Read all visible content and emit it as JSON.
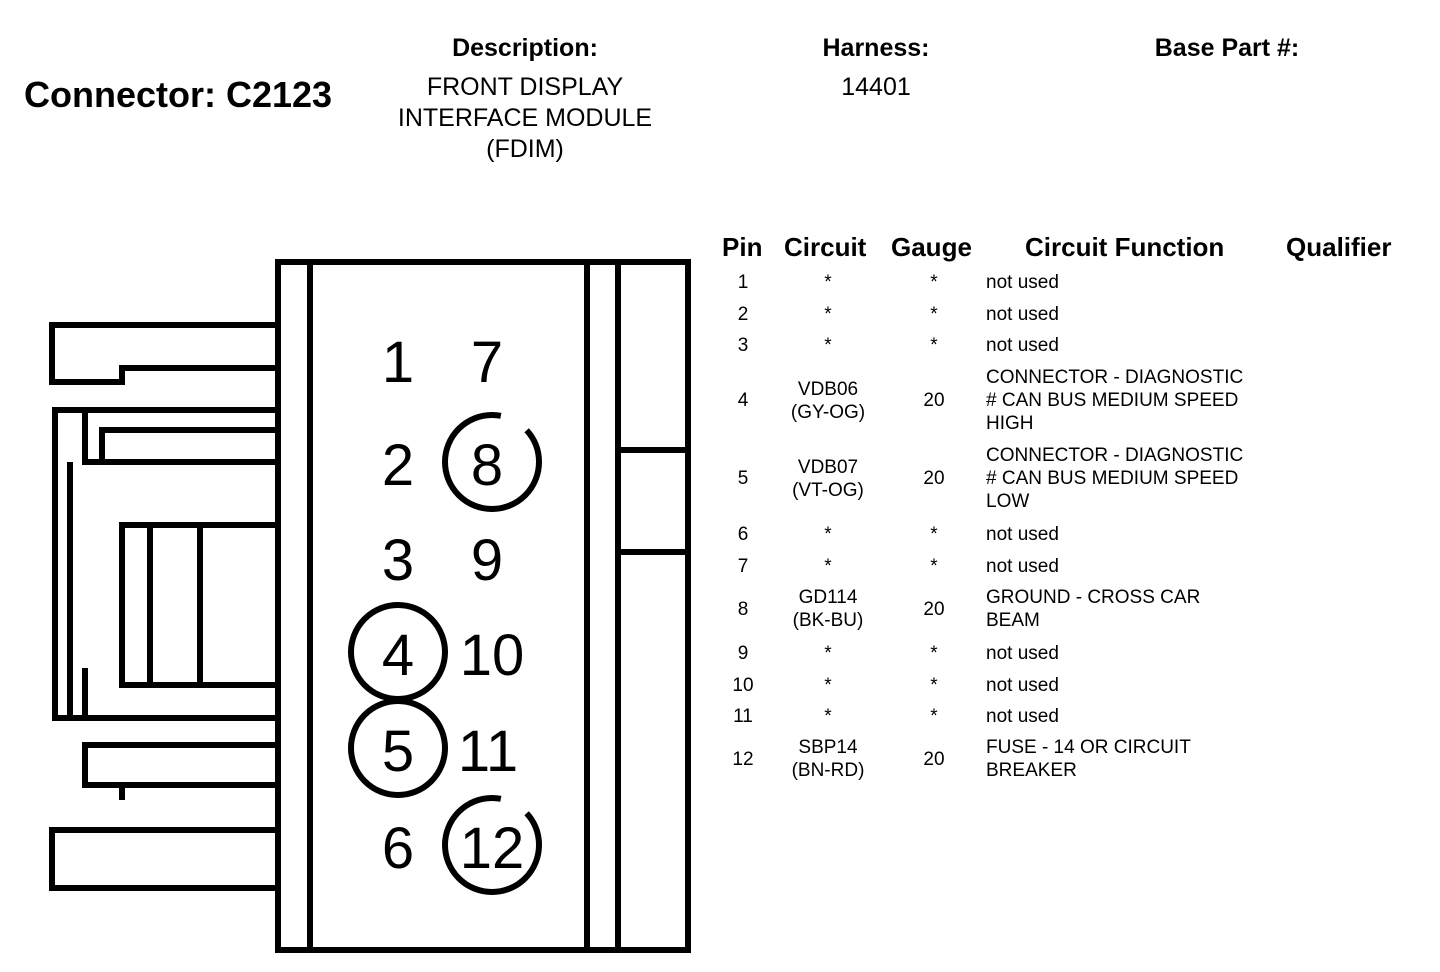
{
  "header": {
    "connector_label": "Connector: C2123",
    "description_label": "Description:",
    "description_value": "FRONT DISPLAY\nINTERFACE MODULE\n(FDIM)",
    "harness_label": "Harness:",
    "harness_value": "14401",
    "base_part_label": "Base Part #:",
    "base_part_value": ""
  },
  "table": {
    "columns": [
      "Pin",
      "Circuit",
      "Gauge",
      "Circuit Function",
      "Qualifier"
    ],
    "rows": [
      {
        "pin": "1",
        "circuit": "*",
        "gauge": "*",
        "function": "not used",
        "qualifier": ""
      },
      {
        "pin": "2",
        "circuit": "*",
        "gauge": "*",
        "function": "not used",
        "qualifier": ""
      },
      {
        "pin": "3",
        "circuit": "*",
        "gauge": "*",
        "function": "not used",
        "qualifier": ""
      },
      {
        "pin": "4",
        "circuit": "VDB06\n(GY-OG)",
        "gauge": "20",
        "function": "CONNECTOR - DIAGNOSTIC\n# CAN BUS MEDIUM SPEED\nHIGH",
        "qualifier": ""
      },
      {
        "pin": "5",
        "circuit": "VDB07\n(VT-OG)",
        "gauge": "20",
        "function": "CONNECTOR - DIAGNOSTIC\n# CAN BUS MEDIUM SPEED\nLOW",
        "qualifier": ""
      },
      {
        "pin": "6",
        "circuit": "*",
        "gauge": "*",
        "function": "not used",
        "qualifier": ""
      },
      {
        "pin": "7",
        "circuit": "*",
        "gauge": "*",
        "function": "not used",
        "qualifier": ""
      },
      {
        "pin": "8",
        "circuit": "GD114\n(BK-BU)",
        "gauge": "20",
        "function": "GROUND - CROSS CAR\nBEAM",
        "qualifier": ""
      },
      {
        "pin": "9",
        "circuit": "*",
        "gauge": "*",
        "function": "not used",
        "qualifier": ""
      },
      {
        "pin": "10",
        "circuit": "*",
        "gauge": "*",
        "function": "not used",
        "qualifier": ""
      },
      {
        "pin": "11",
        "circuit": "*",
        "gauge": "*",
        "function": "not used",
        "qualifier": ""
      },
      {
        "pin": "12",
        "circuit": "SBP14\n(BN-RD)",
        "gauge": "20",
        "function": "FUSE - 14 OR CIRCUIT\nBREAKER",
        "qualifier": ""
      }
    ]
  },
  "connector_face": {
    "pins": [
      {
        "label": "1",
        "circled": false
      },
      {
        "label": "2",
        "circled": false
      },
      {
        "label": "3",
        "circled": false
      },
      {
        "label": "4",
        "circled": true
      },
      {
        "label": "5",
        "circled": true
      },
      {
        "label": "6",
        "circled": false
      },
      {
        "label": "7",
        "circled": false
      },
      {
        "label": "8",
        "circled": true
      },
      {
        "label": "9",
        "circled": false
      },
      {
        "label": "10",
        "circled": false
      },
      {
        "label": "11",
        "circled": false
      },
      {
        "label": "12",
        "circled": true
      }
    ]
  }
}
